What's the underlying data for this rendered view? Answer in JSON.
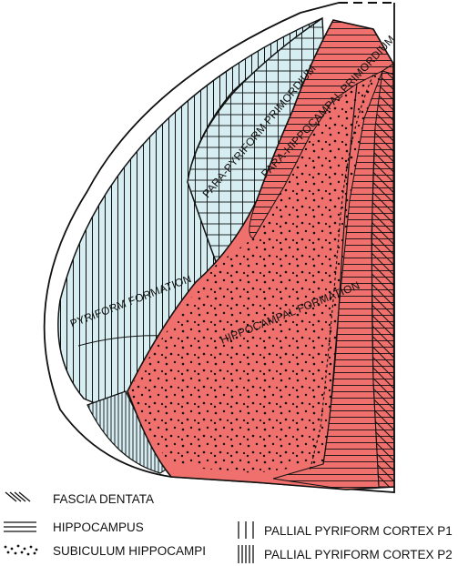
{
  "diagram": {
    "labels": {
      "pyriform_formation": "PYRIFORM FORMATION",
      "para_pyriform_primordium": "PARA-PYRIFORM PRIMORDIUM",
      "para_hippocampal_primordium": "PARA-HIPPOCAMPAL PRIMORDIUM",
      "hippocampal_formation": "HIPPOCAMPAL FORMATION"
    },
    "legend": {
      "fascia_dentata": "FASCIA DENTATA",
      "hippocampus": "HIPPOCAMPUS",
      "subiculum": "SUBICULUM HIPPOCAMPI",
      "pallial_p1": "PALLIAL PYRIFORM CORTEX P1",
      "pallial_p2": "PALLIAL PYRIFORM CORTEX P2"
    },
    "colors": {
      "light_blue": "#d6eef2",
      "salmon": "#f0706d",
      "outline": "#111111"
    }
  }
}
